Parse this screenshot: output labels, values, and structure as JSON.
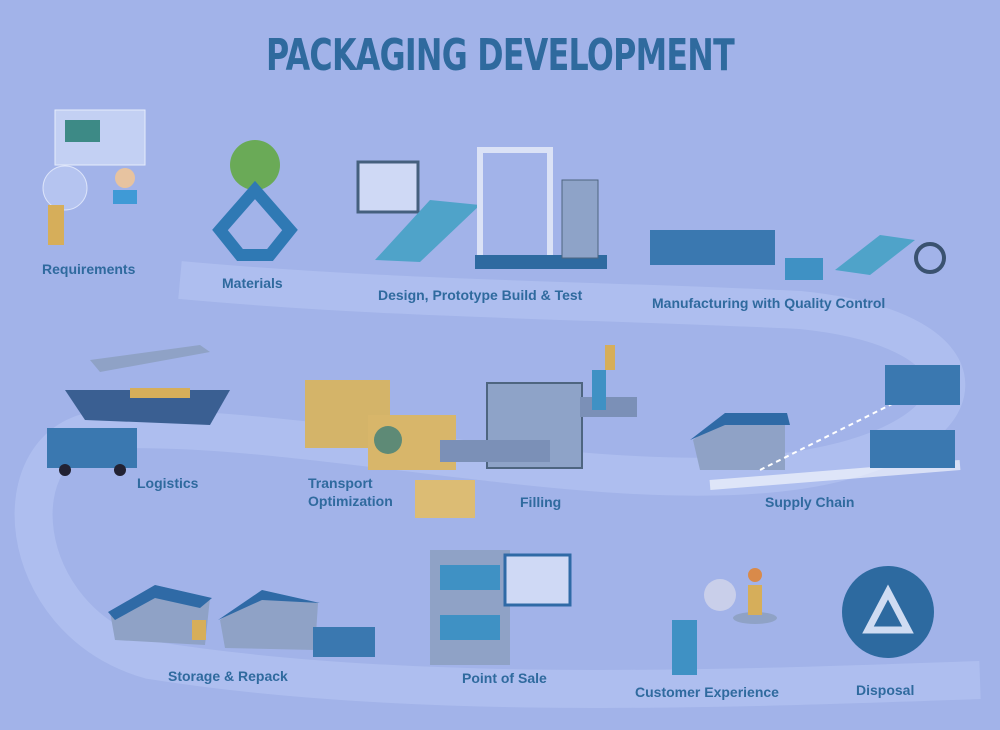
{
  "title": "PACKAGING DEVELOPMENT",
  "colors": {
    "background": "#a2b3e9",
    "text": "#2f6a9e",
    "path": "#b3c3f1",
    "blue": "#3a78b0",
    "cardboard": "#d8b66a"
  },
  "steps": [
    {
      "label": "Requirements",
      "icon": "requirements-icon"
    },
    {
      "label": "Materials",
      "icon": "recycle-tree-icon"
    },
    {
      "label": "Design, Prototype Build & Test",
      "icon": "test-machine-icon"
    },
    {
      "label": "Manufacturing with Quality Control",
      "icon": "production-line-icon"
    },
    {
      "label": "Logistics",
      "icon": "ship-plane-truck-icon"
    },
    {
      "label": "Transport",
      "label2": "Optimization",
      "icon": "boxes-icon"
    },
    {
      "label": "Filling",
      "icon": "filling-machine-icon"
    },
    {
      "label": "Supply Chain",
      "icon": "warehouse-trucks-icon"
    },
    {
      "label": "Storage & Repack",
      "icon": "warehouses-icon"
    },
    {
      "label": "Point of Sale",
      "icon": "store-shelf-icon"
    },
    {
      "label": "Customer Experience",
      "icon": "customer-icon"
    },
    {
      "label": "Disposal",
      "icon": "recycle-icon"
    }
  ]
}
